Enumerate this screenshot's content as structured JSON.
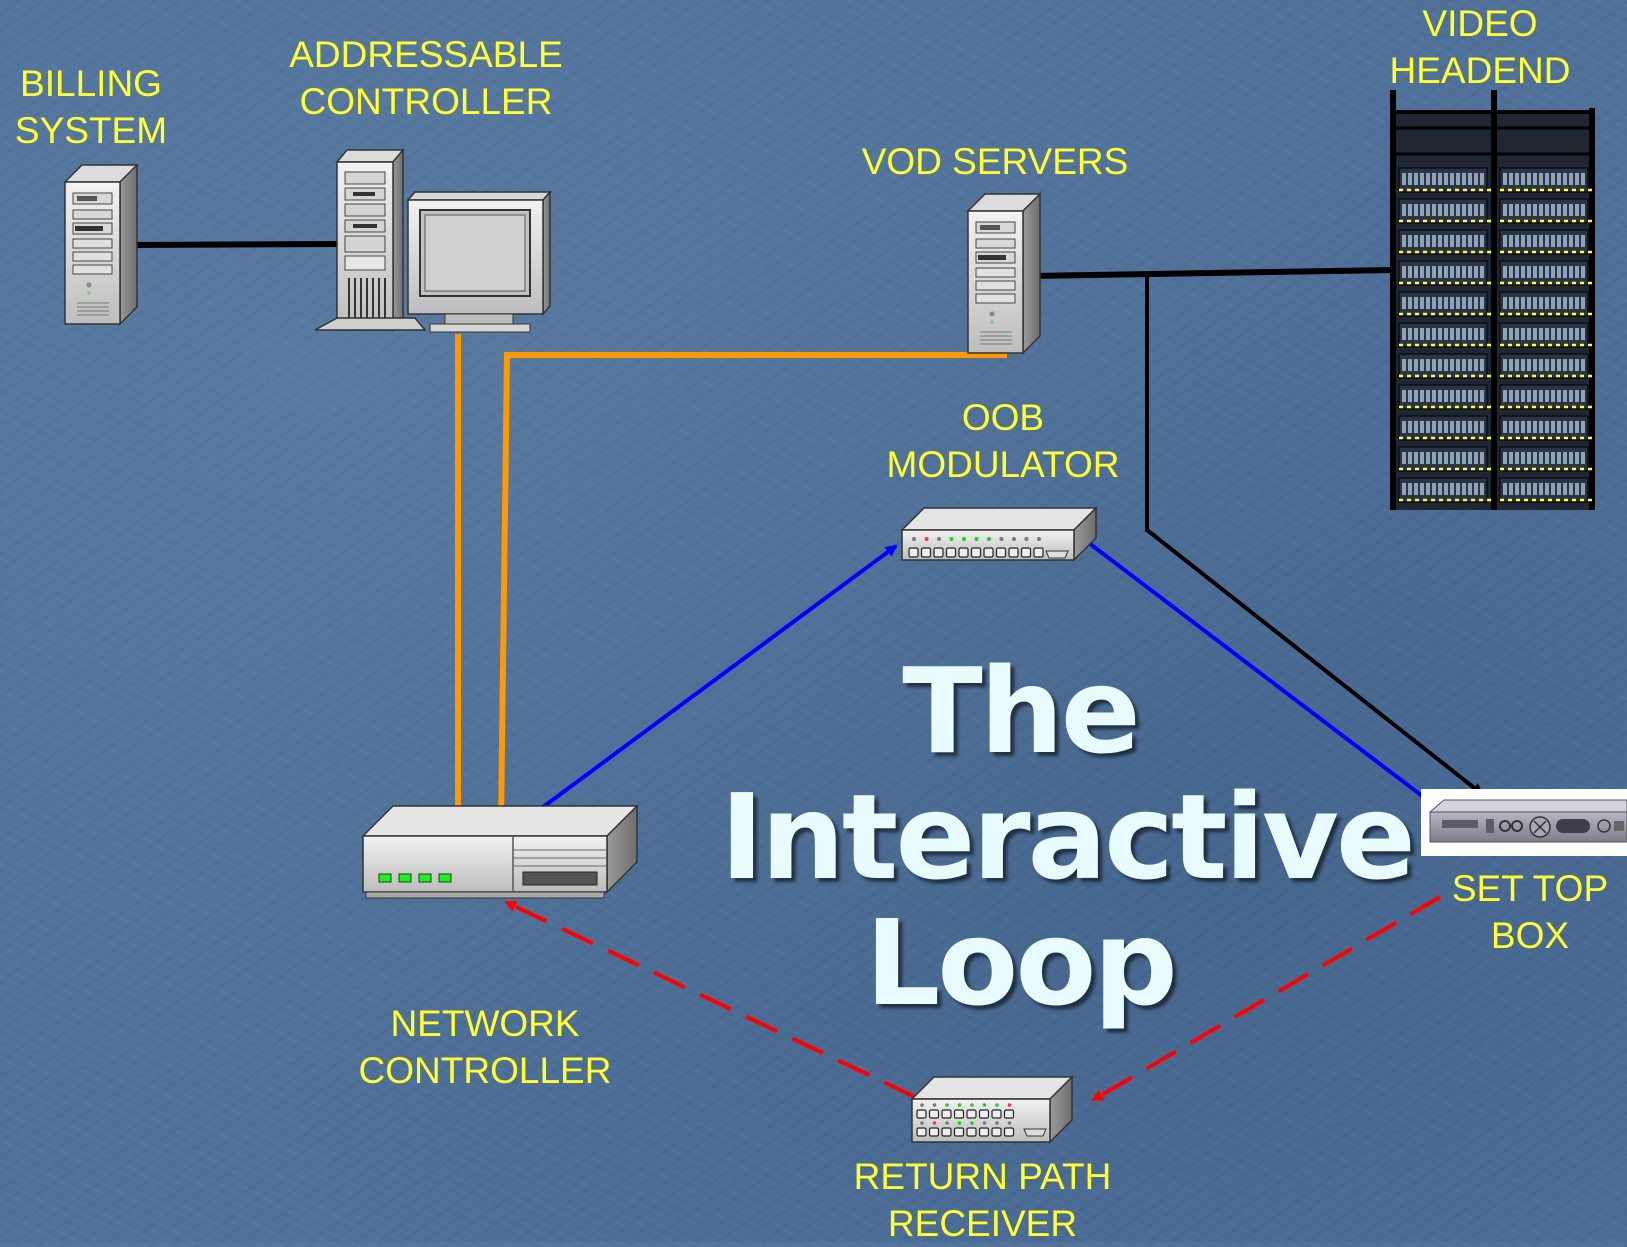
{
  "title": {
    "line1": "The",
    "line2": "Interactive",
    "line3": "Loop"
  },
  "labels": {
    "billing_system": {
      "line1": "BILLING",
      "line2": "SYSTEM"
    },
    "addressable_controller": {
      "line1": "ADDRESSABLE",
      "line2": "CONTROLLER"
    },
    "vod_servers": {
      "line1": "VOD SERVERS"
    },
    "video_headend": {
      "line1": "VIDEO",
      "line2": "HEADEND"
    },
    "oob_modulator": {
      "line1": "OOB",
      "line2": "MODULATOR"
    },
    "network_controller": {
      "line1": "NETWORK",
      "line2": "CONTROLLER"
    },
    "set_top_box": {
      "line1": "SET TOP",
      "line2": "BOX"
    },
    "return_path_receiver": {
      "line1": "RETURN PATH",
      "line2": "RECEIVER"
    }
  },
  "colors": {
    "background": "#4f7199",
    "label_text": "#ffff33",
    "title_text": "#e8fbff",
    "link_orange": "#ff9900",
    "link_blue": "#0000ff",
    "link_black": "#000000",
    "link_red_dashed": "#ff0000"
  },
  "icons": {
    "billing_system": "tower-server-icon",
    "addressable_controller": "workstation-icon",
    "vod_servers": "tower-server-icon",
    "video_headend": "equipment-rack-icon",
    "oob_modulator": "modulator-hub-icon",
    "network_controller": "network-controller-icon",
    "set_top_box": "set-top-box-icon",
    "return_path_receiver": "receiver-hub-icon"
  }
}
